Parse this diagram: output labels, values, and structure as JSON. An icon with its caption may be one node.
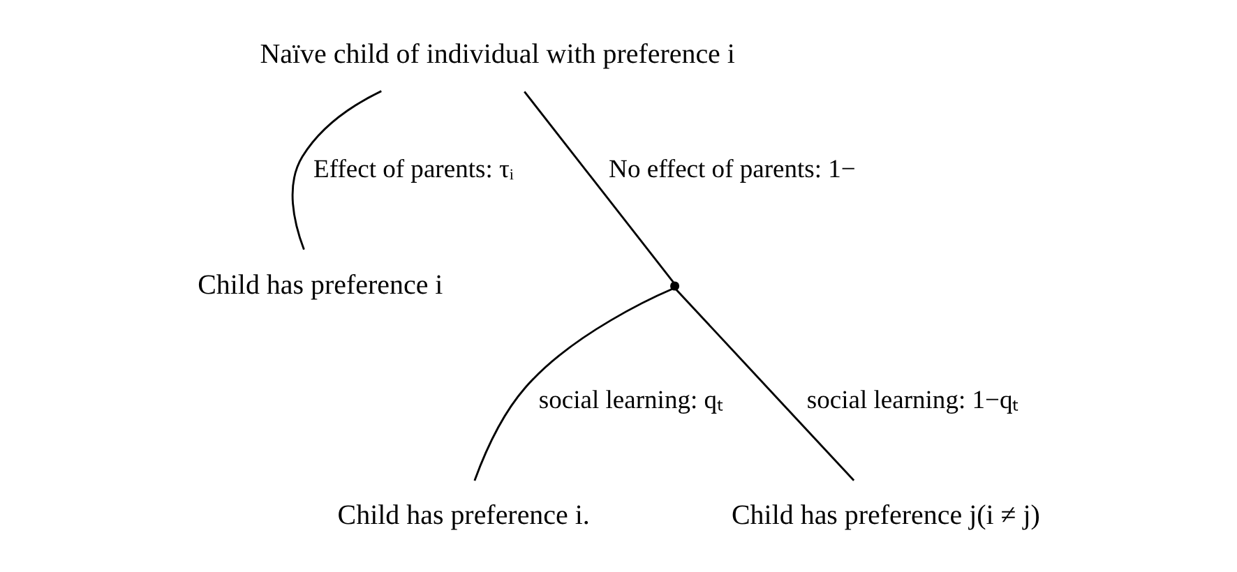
{
  "diagram": {
    "nodes": [
      {
        "text": [
          "Naïve child of individual with preference i"
        ]
      },
      {
        "text": [
          "Child has preference i"
        ]
      },
      {
        "text": [],
        "shape": "point"
      },
      {
        "text": [
          "Child has preference i."
        ]
      },
      {
        "text": [
          "Child has preference j(i ≠ j)"
        ]
      }
    ],
    "edges": [
      {
        "from": 0,
        "to": 1,
        "arrow": "none",
        "label": "Effect of parents: τᵢ"
      },
      {
        "from": 0,
        "to": 2,
        "arrow": "none",
        "label": "No effect of parents: 1−"
      },
      {
        "from": 2,
        "to": 3,
        "arrow": "none",
        "label": "social learning: qₜ"
      },
      {
        "from": 2,
        "to": 4,
        "arrow": "none",
        "label": "social learning: 1−qₜ"
      }
    ]
  }
}
